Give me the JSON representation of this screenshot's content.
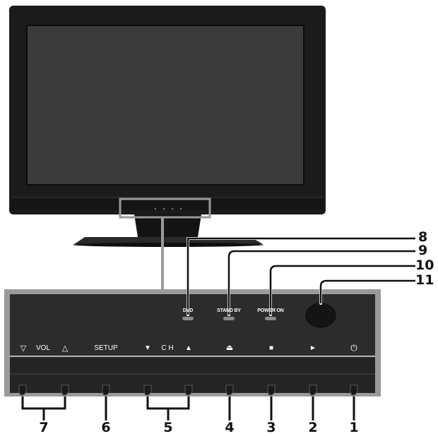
{
  "colors": {
    "tv_body": "#1b1b1b",
    "screen": "#3a3a3a",
    "panel_border": "#9a9a9a",
    "panel_face": "#2b2b2b",
    "led": "#8c8c8c",
    "callout_text": "#111111"
  },
  "panel": {
    "labels": {
      "vol_down": "▽",
      "vol": "VOL",
      "vol_up": "△",
      "setup": "SETUP",
      "ch_down": "▼",
      "ch": "C H",
      "ch_up": "▲",
      "eject": "⏏",
      "stop": "■",
      "play": "►",
      "power": "⏻"
    },
    "leds": {
      "dvd": "DVD",
      "standby": "STAND BY",
      "power_on": "POWER ON"
    }
  },
  "callouts": {
    "n1": "1",
    "n2": "2",
    "n3": "3",
    "n4": "4",
    "n5": "5",
    "n6": "6",
    "n7": "7",
    "n8": "8",
    "n9": "9",
    "n10": "10",
    "n11": "11"
  }
}
